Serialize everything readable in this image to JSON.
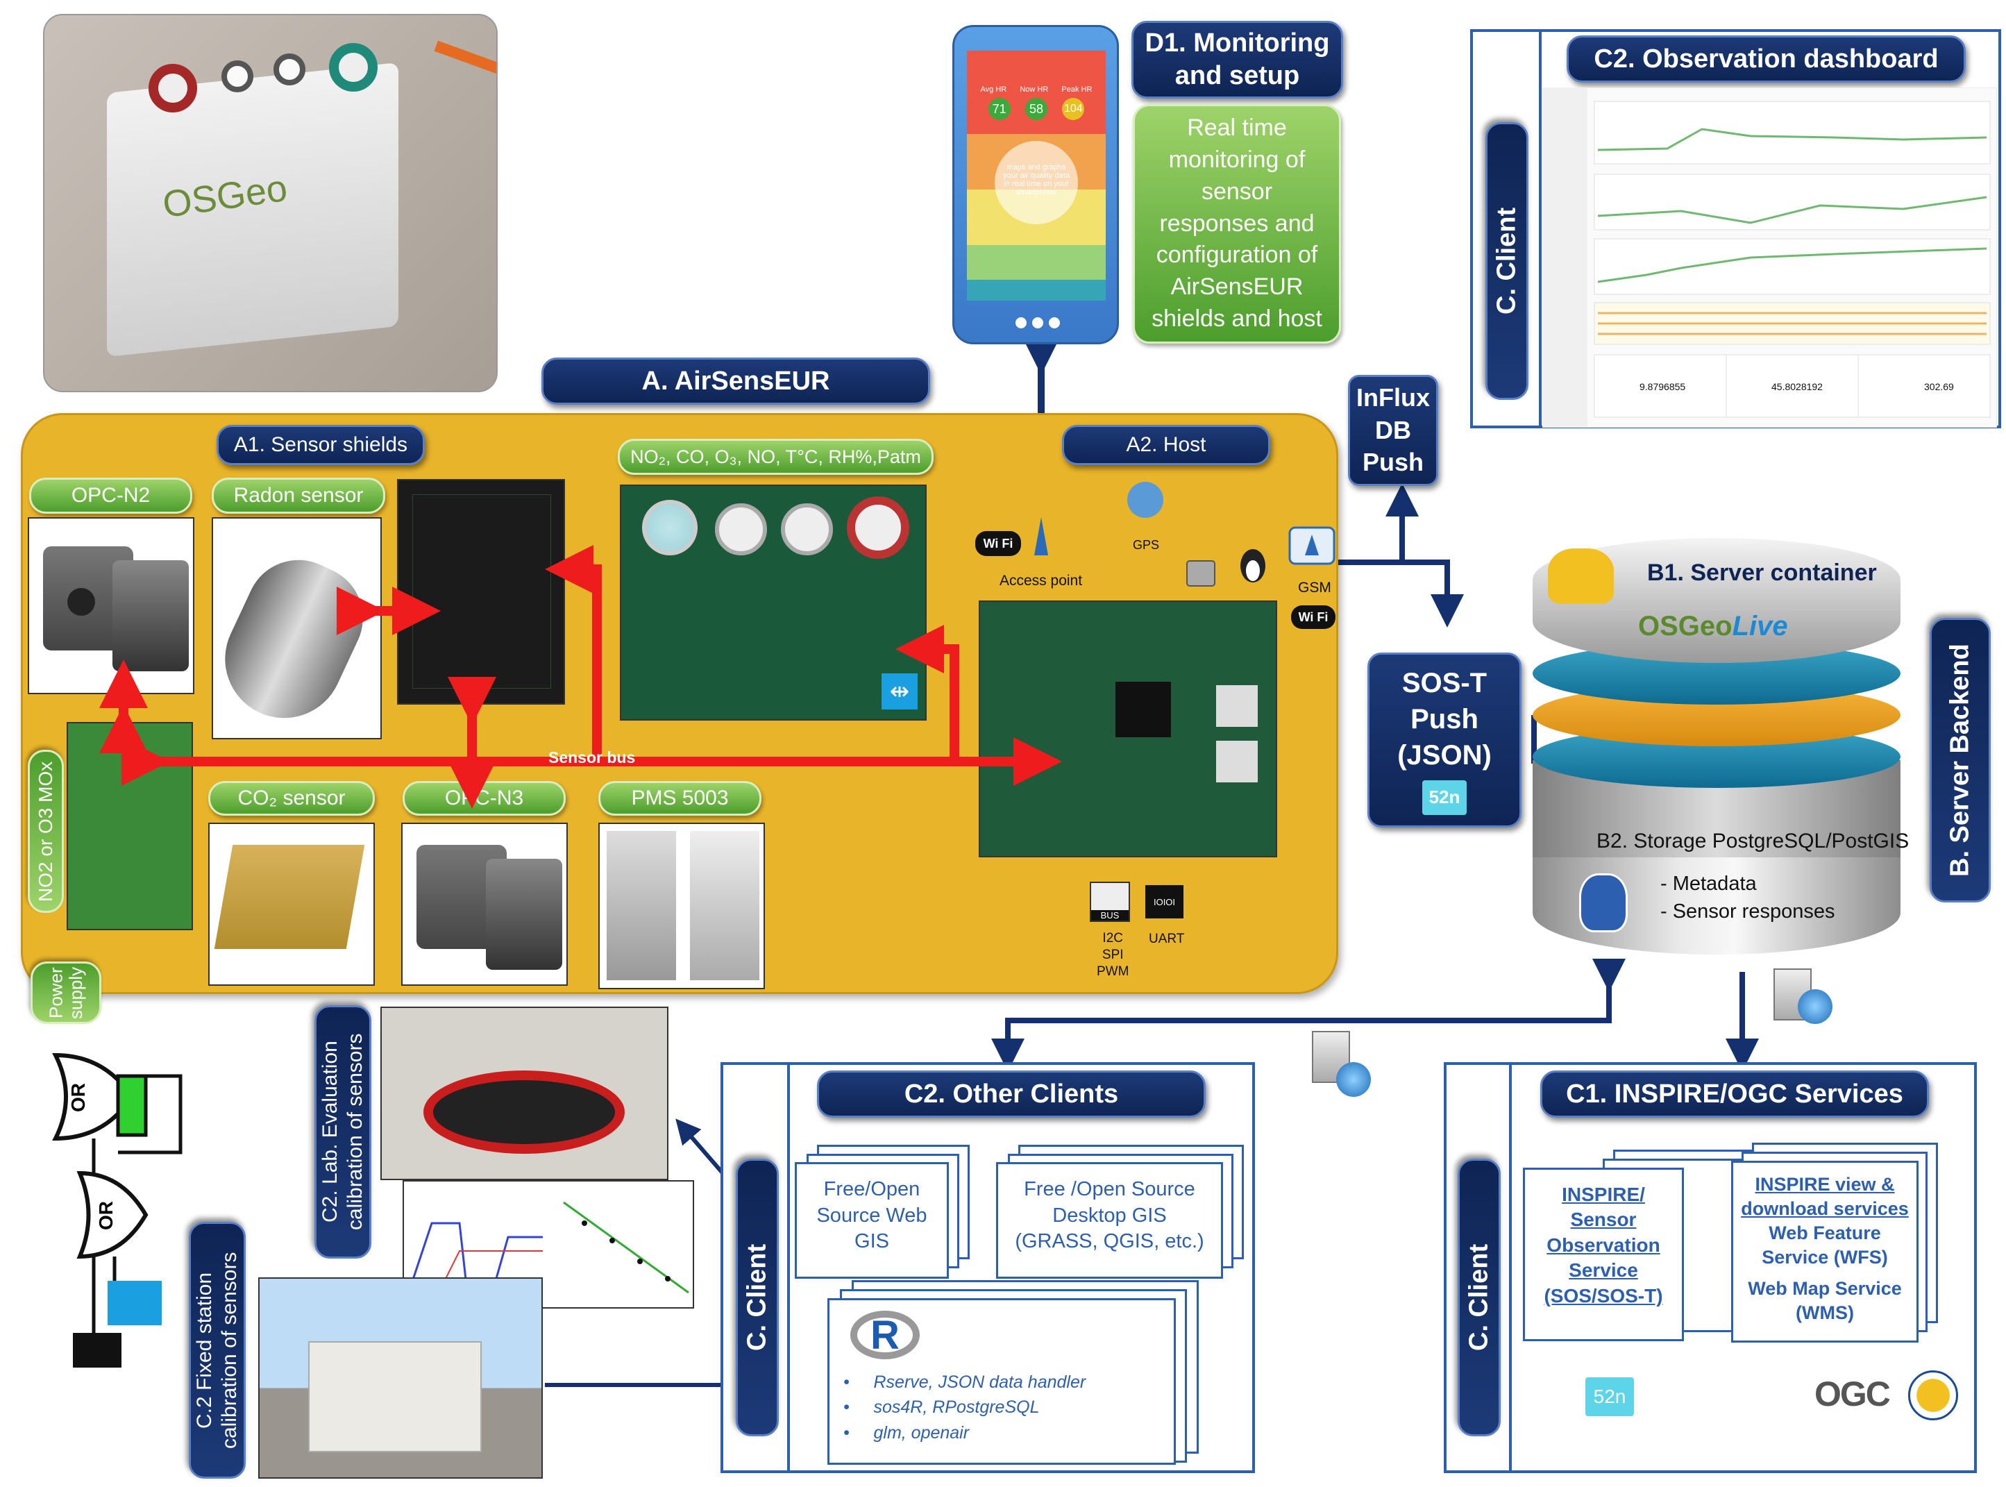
{
  "title_airsenseur": "A. AirSensEUR",
  "a1": {
    "label": "A1. Sensor shields",
    "opc_n2": "OPC-N2",
    "radon": "Radon sensor",
    "gases": "NO₂, CO, O₃, NO, T°C, RH%,Patm",
    "co2": "CO₂ sensor",
    "opc_n3": "OPC-N3",
    "pms": "PMS 5003",
    "no2_o3": "NO2 or O3 MOx",
    "sensor_bus": "Sensor bus",
    "power_supply": "Power supply",
    "or1": "OR",
    "or2": "OR"
  },
  "a2": {
    "label": "A2. Host",
    "gps": "GPS",
    "access_point": "Access point",
    "gsm": "GSM",
    "wifi": "Wi Fi",
    "wifi2": "Wi Fi",
    "i2c": "I2C\nSPI\nPWM",
    "i2c_bus": "BUS",
    "uart": "UART",
    "uart_chip": "IOIOI"
  },
  "d1": {
    "title": "D1. Monitoring and setup",
    "text": "Real time monitoring of sensor responses and configuration of AirSensEUR shields and host",
    "phone_avg": "71",
    "phone_now": "58",
    "phone_peak": "104",
    "phone_avg_label": "Avg HR",
    "phone_now_label": "Now HR",
    "phone_peak_label": "Peak HR",
    "phone_text": "maps and graphs your air quality data in real time on your smartphone"
  },
  "c2_dashboard": {
    "title": "C2. Observation dashboard",
    "client": "C. Client",
    "val1": "9.8796855",
    "val2": "45.8028192",
    "val3": "302.69"
  },
  "influx": "InFlux DB Push",
  "sos_t": "SOS-T Push (JSON)",
  "logo_52n": "52n",
  "b1": "B1. Server container",
  "osgeo_live": "OSGeo",
  "osgeo_live2": "Live",
  "osgeo_photo": "OSGeo",
  "b2": "B2. Storage PostgreSQL/PostGIS",
  "b2_items": [
    "- Metadata",
    "- Sensor responses"
  ],
  "backend": "B. Server Backend",
  "c2_other": {
    "title": "C2. Other Clients",
    "client": "C. Client",
    "doc1": "Free/Open Source Web GIS",
    "doc2": "Free /Open Source Desktop GIS (GRASS, QGIS, etc.)",
    "r_items": [
      "Rserve, JSON data handler",
      "sos4R, RPostgreSQL",
      "glm, openair"
    ],
    "r_logo": "R"
  },
  "c1": {
    "title": "C1. INSPIRE/OGC Services",
    "client": "C. Client",
    "doc1": "INSPIRE/ Sensor Observation Service (SOS/SOS-T)",
    "doc2_a": "INSPIRE view & download services",
    "doc2_b": "Web Feature Service (WFS)",
    "doc2_c": "Web Map Service (WMS)",
    "ogc": "OGC",
    "logo_52n": "52n"
  },
  "lab_eval": "C2. Lab. Evaluation calibration of sensors",
  "fixed_station": "C.2 Fixed station calibration of sensors",
  "colors": {
    "navy": "#0e2454",
    "green": "#6ab43e",
    "gold": "#e8b42a",
    "red": "#ee1c1c",
    "blue": "#2d5fb0"
  }
}
